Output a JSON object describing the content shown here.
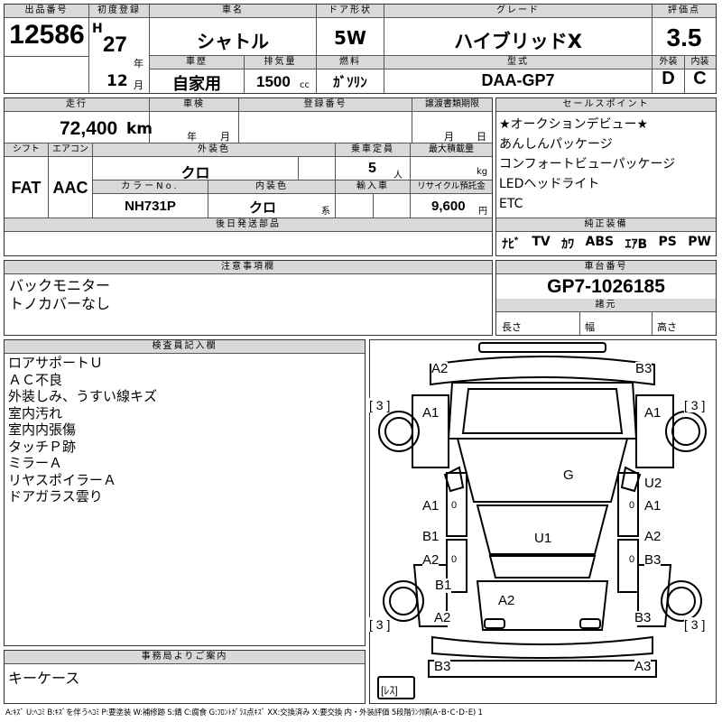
{
  "lot": {
    "label": "出品番号",
    "value": "12586"
  },
  "first_reg": {
    "label": "初度登録",
    "era": "H",
    "year": "27",
    "year_unit": "年",
    "month": "12",
    "month_unit": "月"
  },
  "car_name": {
    "label": "車名",
    "value": "シャトル"
  },
  "door": {
    "label": "ドア形状",
    "value": "5W"
  },
  "grade": {
    "label": "グレード",
    "value": "ハイブリッドX"
  },
  "score": {
    "label": "評価点",
    "value": "3.5",
    "exterior_label": "外装",
    "exterior": "D",
    "interior_label": "内装",
    "interior": "C"
  },
  "history": {
    "label": "車歴",
    "value": "自家用"
  },
  "displacement": {
    "label": "排気量",
    "value": "1500",
    "unit": "cc"
  },
  "fuel": {
    "label": "燃料",
    "value": "ｶﾞｿﾘﾝ"
  },
  "model": {
    "label": "型式",
    "value": "DAA-GP7"
  },
  "mileage": {
    "label": "走行",
    "value": "72,400",
    "unit": "km"
  },
  "inspection": {
    "label": "車検",
    "year_unit": "年",
    "month_unit": "月"
  },
  "registration": {
    "label": "登録番号"
  },
  "transfer_deadline": {
    "label": "譲渡書類期限",
    "month_unit": "月",
    "day_unit": "日"
  },
  "shift": {
    "label": "シフト",
    "value": "FAT"
  },
  "aircon": {
    "label": "エアコン",
    "value": "AAC"
  },
  "exterior_color": {
    "label": "外装色",
    "value": "クロ"
  },
  "capacity": {
    "label": "乗車定員",
    "value": "5",
    "unit": "人"
  },
  "max_load": {
    "label": "最大積載量",
    "unit": "kg"
  },
  "color_no": {
    "label": "カラーNo.",
    "value": "NH731P"
  },
  "interior_color": {
    "label": "内装色",
    "value": "クロ",
    "suffix": "系"
  },
  "import": {
    "label": "輸入車"
  },
  "recycle": {
    "label": "リサイクル預託金",
    "value": "9,600",
    "unit": "円"
  },
  "later_parts": {
    "label": "後日発送部品"
  },
  "sales_points": {
    "label": "セールスポイント",
    "items": [
      "★オークションデビュー★",
      "あんしんパッケージ",
      "コンフォートビューパッケージ",
      "LEDヘッドライト",
      "ETC"
    ]
  },
  "equipment": {
    "label": "純正装備",
    "items": [
      "ﾅﾋﾞ",
      "TV",
      "ｶﾜ",
      "ABS",
      "ｴｱB",
      "PS",
      "PW"
    ]
  },
  "notes": {
    "label": "注意事項欄",
    "items": [
      "バックモニター",
      "トノカバーなし"
    ]
  },
  "chassis": {
    "label": "車台番号",
    "value": "GP7-1026185"
  },
  "dimensions": {
    "label": "諸元",
    "length": "長さ",
    "width": "幅",
    "height": "高さ"
  },
  "inspector": {
    "label": "検査員記入欄",
    "items": [
      "ロアサポートＵ",
      "ＡＣ不良",
      "外装しみ、うすい線キズ",
      "室内汚れ",
      "室内内張傷",
      "タッチＰ跡",
      "ミラーＡ",
      "リヤスポイラーＡ",
      "ドアガラス雲り"
    ]
  },
  "office": {
    "label": "事務局よりご案内",
    "value": "キーケース"
  },
  "legend": "A:ｷｽﾞ U:ﾍｺﾐ B:ｷｽﾞを伴うﾍｺﾐ P:要塗装 W:補修跡 S:錆 C:腐食 G:ﾌﾛﾝﾄｶﾞﾗｽ点ｷｽﾞ XX:交換済み X:要交換 内・外装評価 5段階ﾗﾝｸ順(A･B･C･D･E) 1",
  "diagram": {
    "front_bumper_left": "A2",
    "front_bumper_right": "B3",
    "tire_fl": "[ 3 ]",
    "tire_fr": "[ 3 ]",
    "fender_fl": "A1",
    "fender_fr": "A1",
    "windshield": "G",
    "mirror_r": "U2",
    "door_fl": "A1",
    "door_fr": "A1",
    "door_rl_1": "B1",
    "door_rl_2": "A2",
    "door_rr_1": "A2",
    "door_rr_2": "B3",
    "roof": "U1",
    "quarter_rl": "B1",
    "quarter_rl_2": "A2",
    "trunk": "A2",
    "quarter_rr": "B3",
    "tire_rl": "[ 3 ]",
    "tire_rr": "[ 3 ]",
    "rear_bumper_left": "B3",
    "rear_bumper_right": "A3",
    "spare": "[ﾚｽ]",
    "door_mark_left": "0",
    "door_mark_right": "0",
    "door_mark_rl": "0",
    "door_mark_rr": "0"
  }
}
